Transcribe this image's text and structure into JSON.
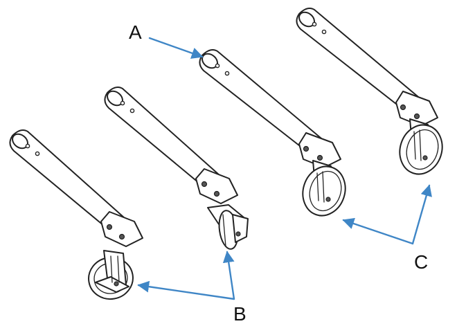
{
  "labels": {
    "a": "A",
    "b": "B",
    "c": "C"
  },
  "colors": {
    "arrow": "#3f86c6",
    "line": "#222222",
    "background": "#ffffff"
  }
}
